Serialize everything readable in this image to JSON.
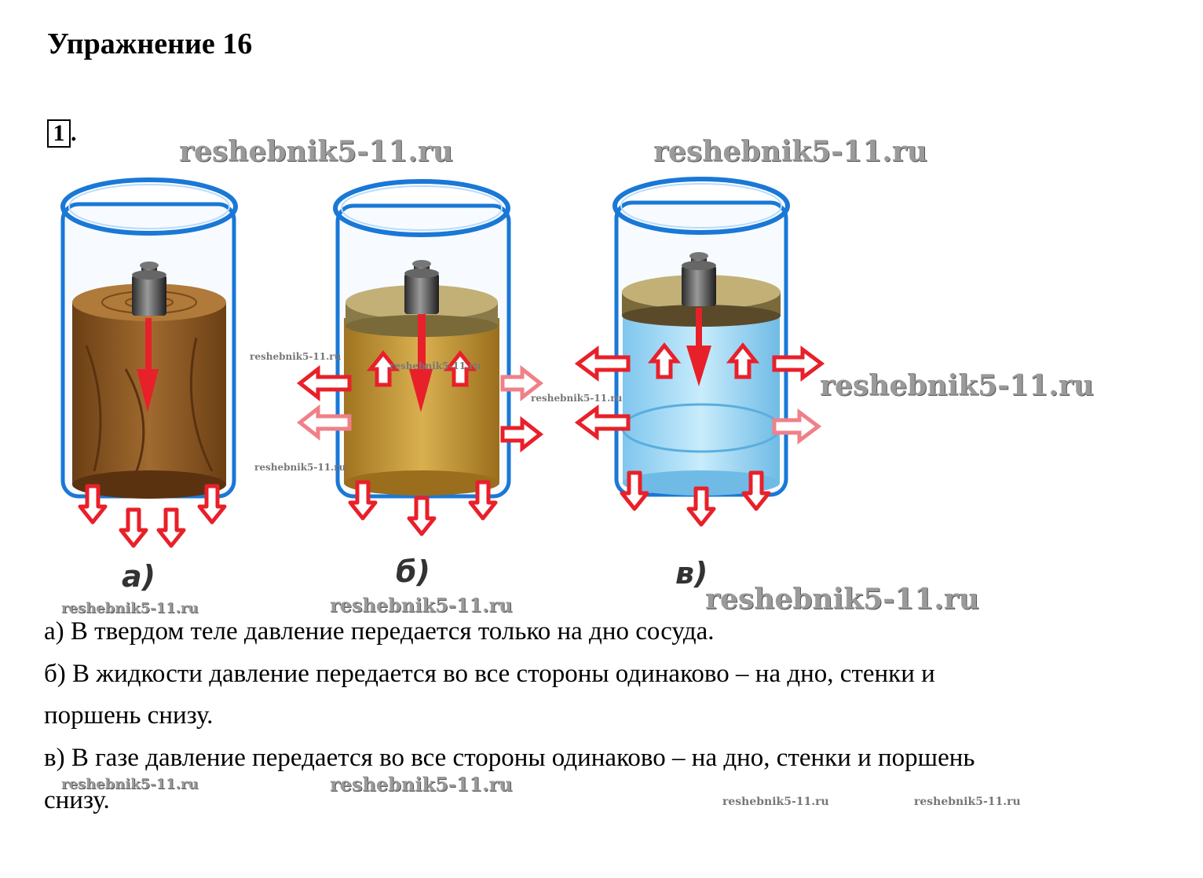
{
  "title": "Упражнение 16",
  "task_number": "1",
  "watermark": "reshebnik5-11.ru",
  "labels": {
    "a": "а)",
    "b": "б)",
    "c": "в)"
  },
  "answers": [
    "а) В твердом теле давление передается только на дно сосуда.",
    "б) В жидкости давление передается во все стороны одинаково – на дно, стенки и",
    "поршень снизу.",
    "в) В газе давление передается во все стороны одинаково – на дно, стенки и поршень",
    "снизу."
  ],
  "colors": {
    "arrow": "#e8202a",
    "glass": "#1a78d6",
    "wood": "#8a5a25",
    "sand": "#c49a3a",
    "water": "#9fd8f5",
    "weight": "#444444"
  },
  "icons": [
    "weight-icon",
    "arrow-icon"
  ]
}
